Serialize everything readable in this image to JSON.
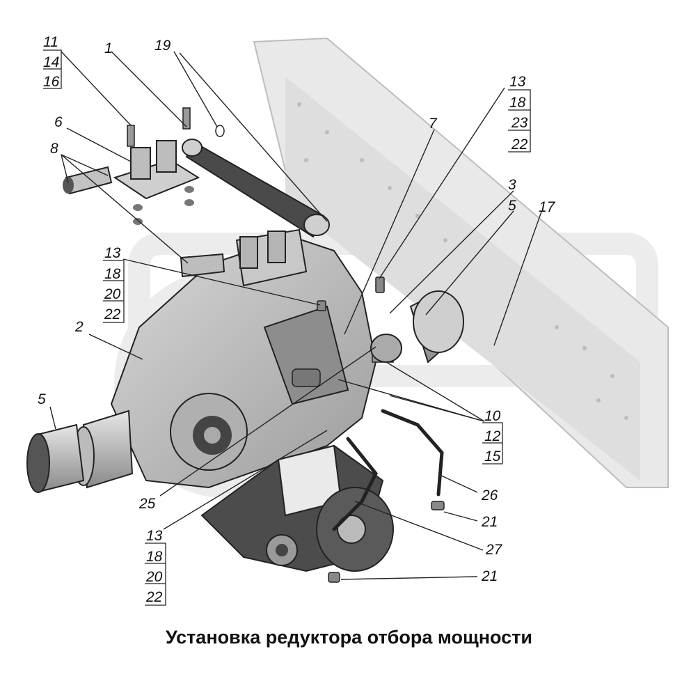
{
  "caption": "Установка редуктора отбора мощности",
  "labels": {
    "l1": "1",
    "l2": "2",
    "l3": "3",
    "l5a": "5",
    "l5b": "5",
    "l6": "6",
    "l7": "7",
    "l8": "8",
    "l17": "17",
    "l19": "19",
    "l21a": "21",
    "l21b": "21",
    "l25": "25",
    "l26": "26",
    "l27": "27",
    "s_tl": [
      "11",
      "14",
      "16"
    ],
    "s_tr": [
      "13",
      "18",
      "23",
      "22"
    ],
    "s_ml": [
      "13",
      "18",
      "20",
      "22"
    ],
    "s_bl": [
      "13",
      "18",
      "20",
      "22"
    ],
    "s_mr": [
      "10",
      "12",
      "15"
    ]
  }
}
